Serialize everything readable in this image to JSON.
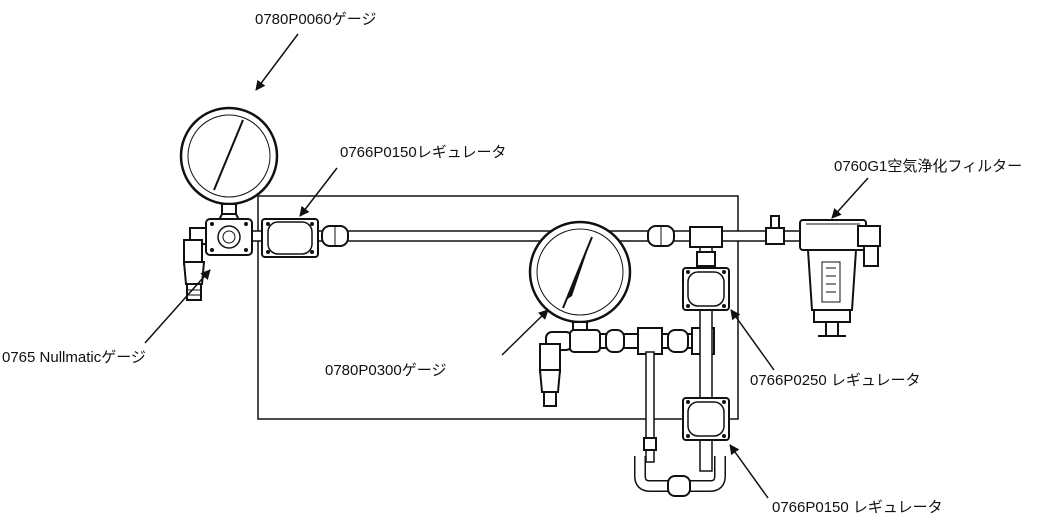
{
  "labels": {
    "gauge_top": "0780P0060ゲージ",
    "regulator_top": "0766P0150レギュレータ",
    "filter": "0760G1空気浄化フィルター",
    "nullmatic": "0765 Nullmaticゲージ",
    "gauge_center": "0780P0300ゲージ",
    "regulator_mid": "0766P0250 レギュレータ",
    "regulator_bottom": "0766P0150 レギュレータ"
  }
}
